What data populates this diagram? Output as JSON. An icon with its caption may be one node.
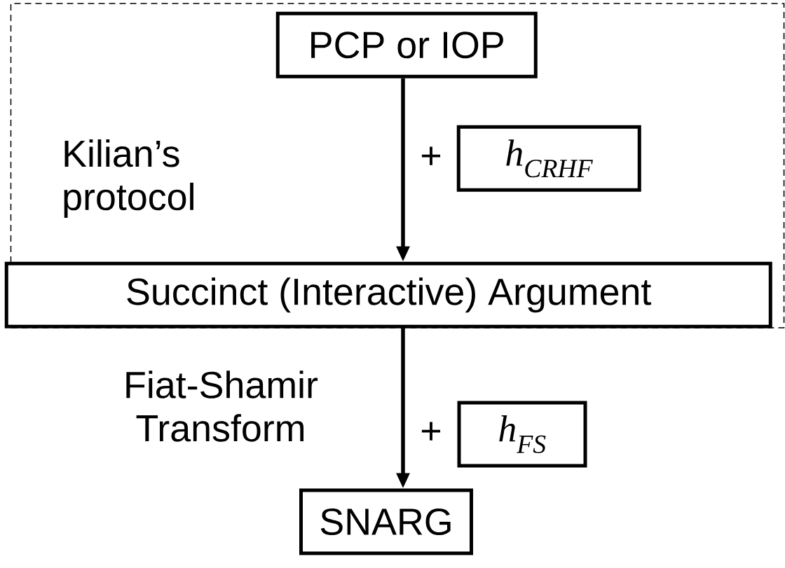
{
  "diagram": {
    "nodes": [
      {
        "text": [
          "Kilian’s protocol"
        ]
      },
      {
        "text": [
          "PCP or IOP"
        ],
        "in": 0
      },
      {
        "text": [
          "h$_{CRHF}$"
        ],
        "in": 0
      },
      {
        "text": [
          "Succinct (Interactive) Argument"
        ],
        "in": 0
      },
      {
        "text": [
          "h$_{FS}$"
        ]
      },
      {
        "text": [
          "SNARG"
        ]
      }
    ],
    "edges": [
      {
        "from": 1,
        "to": 3,
        "arrow": "to"
      },
      {
        "from": 3,
        "to": 5,
        "arrow": "to"
      }
    ],
    "labels": [
      "+",
      "+",
      "Fiat-Shamir Transform"
    ]
  }
}
